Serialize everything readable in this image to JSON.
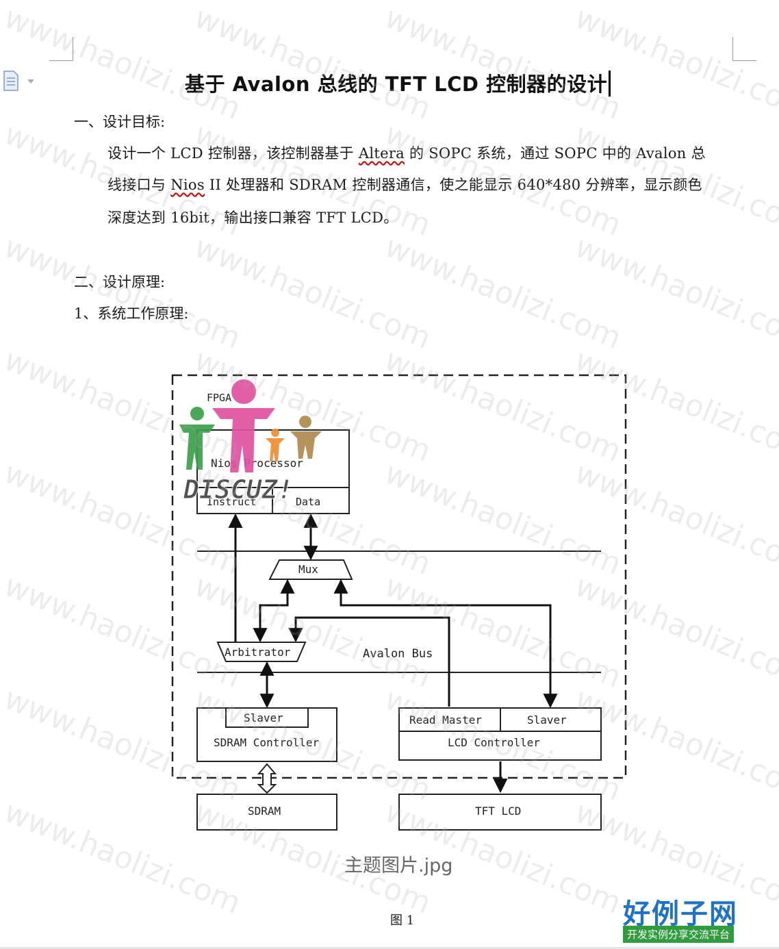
{
  "document": {
    "title": "基于 Avalon 总线的 TFT LCD  控制器的设计",
    "sections": [
      {
        "heading": "一、设计目标:"
      },
      {
        "heading": "二、设计原理:"
      }
    ],
    "goal_lines": [
      {
        "pre": "设计一个 LCD 控制器，该控制器基于 ",
        "spell": "Altera",
        "post": " 的 SOPC 系统，通过 SOPC 中的 Avalon 总"
      },
      {
        "pre": "线接口与 ",
        "spell": "Nios",
        "post": " II 处理器和 SDRAM 控制器通信，使之能显示 640*480 分辨率，显示颜色"
      },
      {
        "pre": "深度达到 16bit，输出接口兼容 TFT LCD。",
        "spell": "",
        "post": ""
      }
    ],
    "subheading": "1、系统工作原理:",
    "caption": "主题图片.jpg",
    "figure_label": "图 1"
  },
  "diagram": {
    "fpga_label": "FPGA",
    "processor_label": "Nios  Processor",
    "instruct_label": "Instruct",
    "data_label": "Data",
    "mux_label": "Mux",
    "arbitrator_label": "Arbitrator",
    "avalon_bus_label": "Avalon Bus",
    "sdram_slaver_label": "Slaver",
    "sdram_controller_label": "SDRAM Controller",
    "read_master_label": "Read Master",
    "lcd_slaver_label": "Slaver",
    "lcd_controller_label": "LCD Controller",
    "sdram_label": "SDRAM",
    "tft_lcd_label": "TFT LCD",
    "logo_text": "DISCUZ!"
  },
  "watermark": {
    "text": "www.haolizi.com"
  },
  "brand": {
    "title": "好例子网",
    "tagline": "开发实例分享交流平台",
    "color": "#1e73c8",
    "tag_color": "#2f9d3e"
  },
  "icons": [
    "document-icon",
    "dropdown-arrow-icon"
  ]
}
